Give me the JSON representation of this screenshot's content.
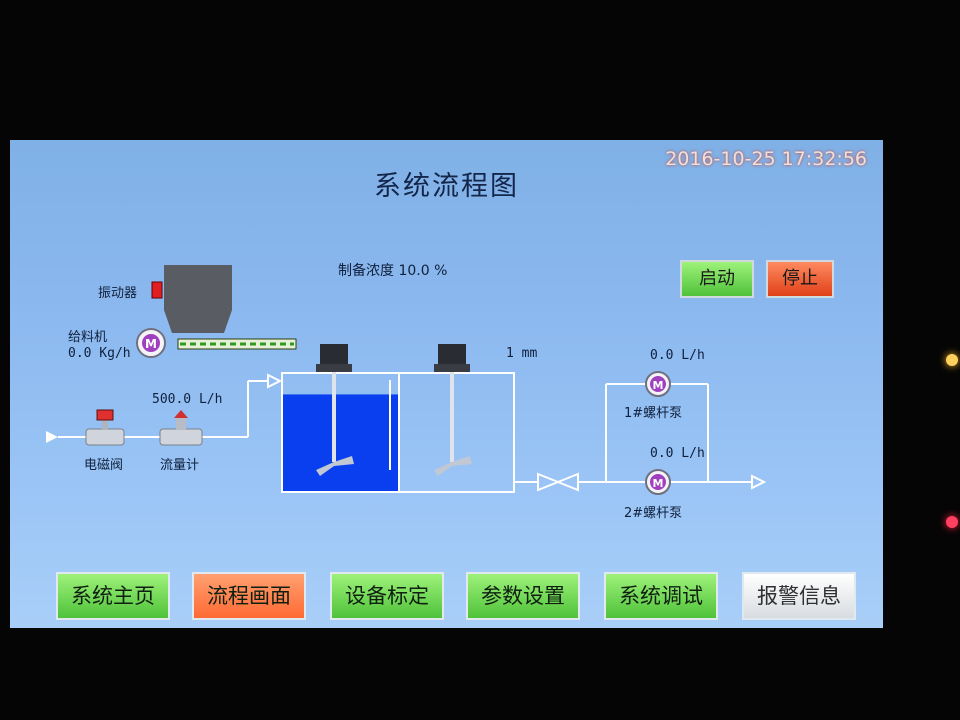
{
  "screen": {
    "title": "系统流程图",
    "datetime": "2016-10-25 17:32:56",
    "concentration": "制备浓度 10.0 %"
  },
  "equipment": {
    "vibrator_label": "振动器",
    "feeder_label": "给料机",
    "feeder_value": "0.0 Kg/h",
    "solenoid_label": "电磁阀",
    "flowmeter_label": "流量计",
    "flow_value": "500.0 L/h",
    "level_value": "1 mm",
    "pump1_label": "1#螺杆泵",
    "pump1_value": "0.0 L/h",
    "pump2_label": "2#螺杆泵",
    "pump2_value": "0.0 L/h",
    "pump_icon_glyph": "M"
  },
  "controls": {
    "start": "启动",
    "stop": "停止"
  },
  "tank": {
    "fill_level": 0.82,
    "water_color": "#0a3ff0"
  },
  "nav": [
    {
      "label": "系统主页"
    },
    {
      "label": "流程画面"
    },
    {
      "label": "设备标定"
    },
    {
      "label": "参数设置"
    },
    {
      "label": "系统调试"
    },
    {
      "label": "报警信息"
    }
  ],
  "colors": {
    "nav_active": "#ff7a40",
    "nav_default": "#6fd34c",
    "nav_alarm": "#e8ecf0",
    "start_button": "#6fd34c",
    "stop_button": "#f05a28"
  }
}
